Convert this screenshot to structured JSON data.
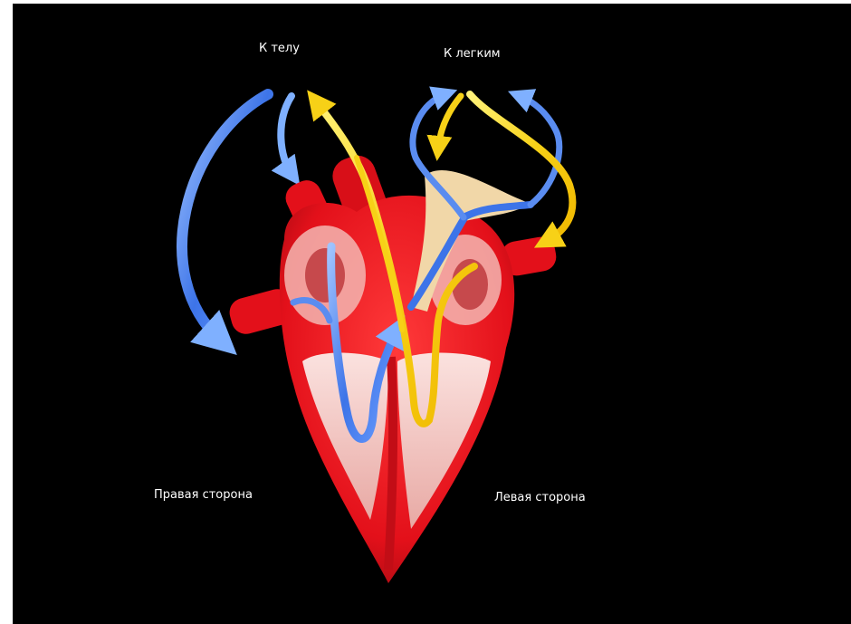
{
  "labels": {
    "to_body": "К телу",
    "to_lungs": "К легким",
    "right_side": "Правая сторона",
    "left_side": "Левая сторона"
  },
  "colors": {
    "background": "#000000",
    "frame": "#ffffff",
    "heart_muscle": "#e3101a",
    "heart_dark": "#8e0a10",
    "heart_inner": "#f6c9c6",
    "oxygen_poor_flow": "#3d74e8",
    "oxygen_rich_flow": "#f7d117",
    "text": "#ffffff"
  },
  "icons": {
    "heart": "heart-anatomy-illustration",
    "blue_arrows": "deoxygenated-blood-arrow",
    "yellow_arrows": "oxygenated-blood-arrow"
  }
}
